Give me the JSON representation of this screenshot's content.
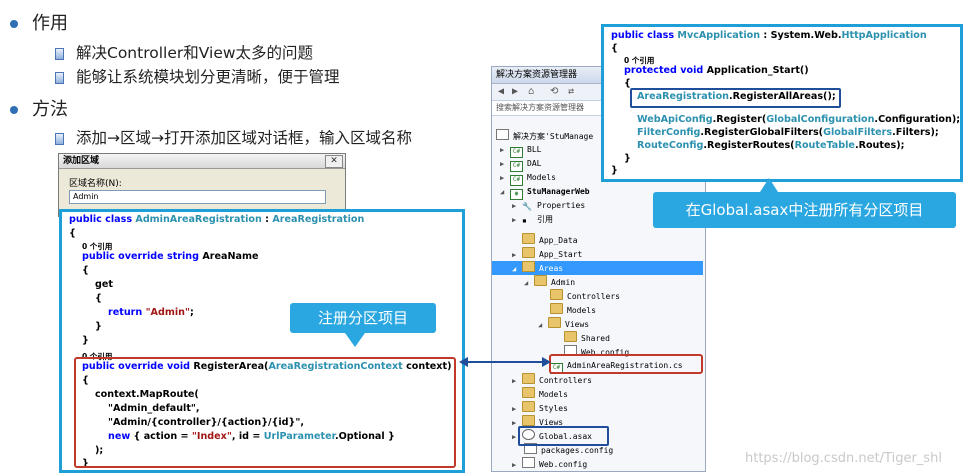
{
  "slide": {
    "bullet1": "作用",
    "sub1a": "解决Controller和View太多的问题",
    "sub1b": "能够让系统模块划分更清晰，便于管理",
    "bullet2": "方法",
    "sub2a": "添加→区域→打开添加区域对话框，输入区域名称"
  },
  "dialog": {
    "title": "添加区域",
    "close": "✕",
    "label": "区域名称(N):",
    "value": "Admin"
  },
  "code_main": {
    "l1a": "public class ",
    "l1b": "AdminAreaRegistration",
    "l1c": " : ",
    "l1d": "AreaRegistration",
    "l2": "{",
    "ref1": "0 个引用",
    "l3a": "public override string ",
    "l3b": "AreaName",
    "l4": "{",
    "l5": "get",
    "l6": "{",
    "l7a": "return ",
    "l7b": "\"Admin\"",
    "l7c": ";",
    "l8": "}",
    "l9": "}",
    "ref2": "0 个引用",
    "l10a": "public override void ",
    "l10b": "RegisterArea(",
    "l10c": "AreaRegistrationContext",
    "l10d": " context)",
    "l11": "{",
    "l12": "context.MapRoute(",
    "l13": "\"Admin_default\",",
    "l14": "\"Admin/{controller}/{action}/{id}\",",
    "l15a": "new",
    "l15b": " { action = ",
    "l15c": "\"Index\"",
    "l15d": ", id = ",
    "l15e": "UrlParameter",
    "l15f": ".Optional }",
    "l16": ");",
    "l17": "}"
  },
  "code_top": {
    "l1a": "public class ",
    "l1b": "MvcApplication",
    "l1c": " : System.Web.",
    "l1d": "HttpApplication",
    "l2": "{",
    "ref1": "0 个引用",
    "l3a": "protected void ",
    "l3b": "Application_Start()",
    "l4": "{",
    "l5a": "AreaRegistration",
    "l5b": ".RegisterAllAreas();",
    "l6a": "WebApiConfig",
    "l6b": ".Register(",
    "l6c": "GlobalConfiguration",
    "l6d": ".Configuration);",
    "l7a": "FilterConfig",
    "l7b": ".RegisterGlobalFilters(",
    "l7c": "GlobalFilters",
    "l7d": ".Filters);",
    "l8a": "RouteConfig",
    "l8b": ".RegisterRoutes(",
    "l8c": "RouteTable",
    "l8d": ".Routes);",
    "l9": "}",
    "l10": "}"
  },
  "callouts": {
    "register_area": "注册分区项目",
    "global_register": "在Global.asax中注册所有分区项目"
  },
  "solution_explorer": {
    "title": "解决方案资源管理器",
    "search": "搜索解决方案资源管理器",
    "nodes": [
      "解决方案'StuManage",
      "BLL",
      "DAL",
      "Models",
      "StuManagerWeb",
      "Properties",
      "引用",
      "App_Data",
      "App_Start",
      "Areas",
      "Admin",
      "Controllers",
      "Models",
      "Views",
      "Shared",
      "Web.config",
      "AdminAreaRegistration.cs",
      "Controllers",
      "Models",
      "Styles",
      "Views",
      "Global.asax",
      "packages.config",
      "Web.config"
    ]
  },
  "watermark": "https://blog.csdn.net/Tiger_shl"
}
